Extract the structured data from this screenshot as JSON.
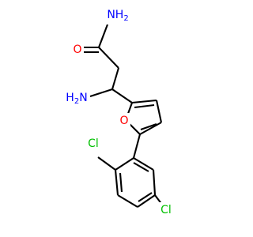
{
  "molecule": {
    "atoms": {
      "amide_nh2": {
        "text": "NH2",
        "color": "#0000ff"
      },
      "carbonyl_o": {
        "text": "O",
        "color": "#ff0000"
      },
      "amine_nh2": {
        "text": "H2N",
        "color": "#0000ff"
      },
      "furan_o": {
        "text": "O",
        "color": "#ff0000"
      },
      "chloro_ortho": {
        "text": "Cl",
        "color": "#00c000"
      },
      "chloro_meta": {
        "text": "Cl",
        "color": "#00c000"
      }
    },
    "bond_color": "#000000"
  }
}
